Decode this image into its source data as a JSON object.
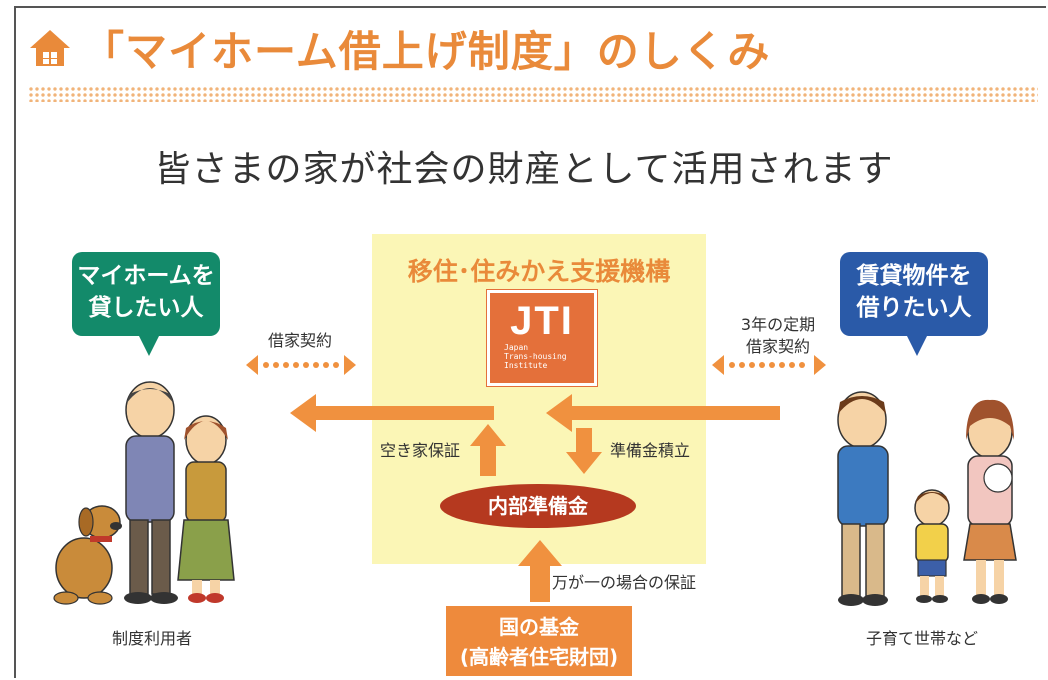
{
  "title": "「マイホーム借上げ制度」のしくみ",
  "headline": "皆さまの家が社会の財産として活用されます",
  "organization": {
    "name": "移住･住みかえ支援機構",
    "logo_text": "JTI",
    "logo_subtext": "Japan\nTrans-housing\nInstitute"
  },
  "left_party": {
    "bubble": "マイホームを\n貸したい人",
    "caption": "制度利用者",
    "contract": "借家契約"
  },
  "right_party": {
    "bubble": "賃貸物件を\n借りたい人",
    "caption": "子育て世帯など",
    "contract": "3年の定期\n借家契約"
  },
  "flows": {
    "vacancy_guarantee": "空き家保証",
    "reserve_deposit": "準備金積立",
    "internal_reserve": "内部準備金",
    "emergency_guarantee": "万が一の場合の保証"
  },
  "fund": {
    "label": "国の基金\n(高齢者住宅財団)"
  },
  "colors": {
    "title_orange": "#e98a3a",
    "arrow_orange": "#f0913f",
    "bubble_green": "#138a6a",
    "bubble_blue": "#2a5aa8",
    "center_yellow": "#fbf6b6",
    "reserve_red": "#b5391f"
  }
}
